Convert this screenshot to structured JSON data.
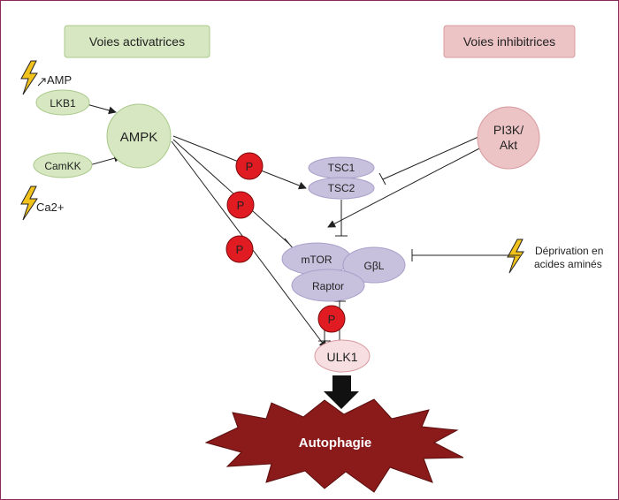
{
  "boxes": {
    "activating": "Voies activatrices",
    "inhibiting": "Voies inhibitrices"
  },
  "signals": {
    "amp": "AMP",
    "ca": "Ca2+",
    "deprivation_line1": "Déprivation en",
    "deprivation_line2": "acides aminés"
  },
  "nodes": {
    "lkb1": "LKB1",
    "camkk": "CamKK",
    "ampk": "AMPK",
    "pi3k_line1": "PI3K/",
    "pi3k_line2": "Akt",
    "tsc1": "TSC1",
    "tsc2": "TSC2",
    "mtor": "mTOR",
    "gbl": "GβL",
    "raptor": "Raptor",
    "ulk1": "ULK1"
  },
  "phospho_label": "P",
  "outcome": "Autophagie",
  "colors": {
    "green_fill": "#d6e7c1",
    "green_stroke": "#a9c98a",
    "pink_fill": "#edc4c6",
    "pink_stroke": "#d79a9f",
    "lavender": "#c7c1dd",
    "lavender_stroke": "#a99fc9",
    "ulk_fill": "#f7dfe1",
    "phospho_red": "#e11b22",
    "bolt_yellow": "#f2c21c",
    "burst": "#8b1a1a",
    "frame": "#8a2a5a"
  }
}
